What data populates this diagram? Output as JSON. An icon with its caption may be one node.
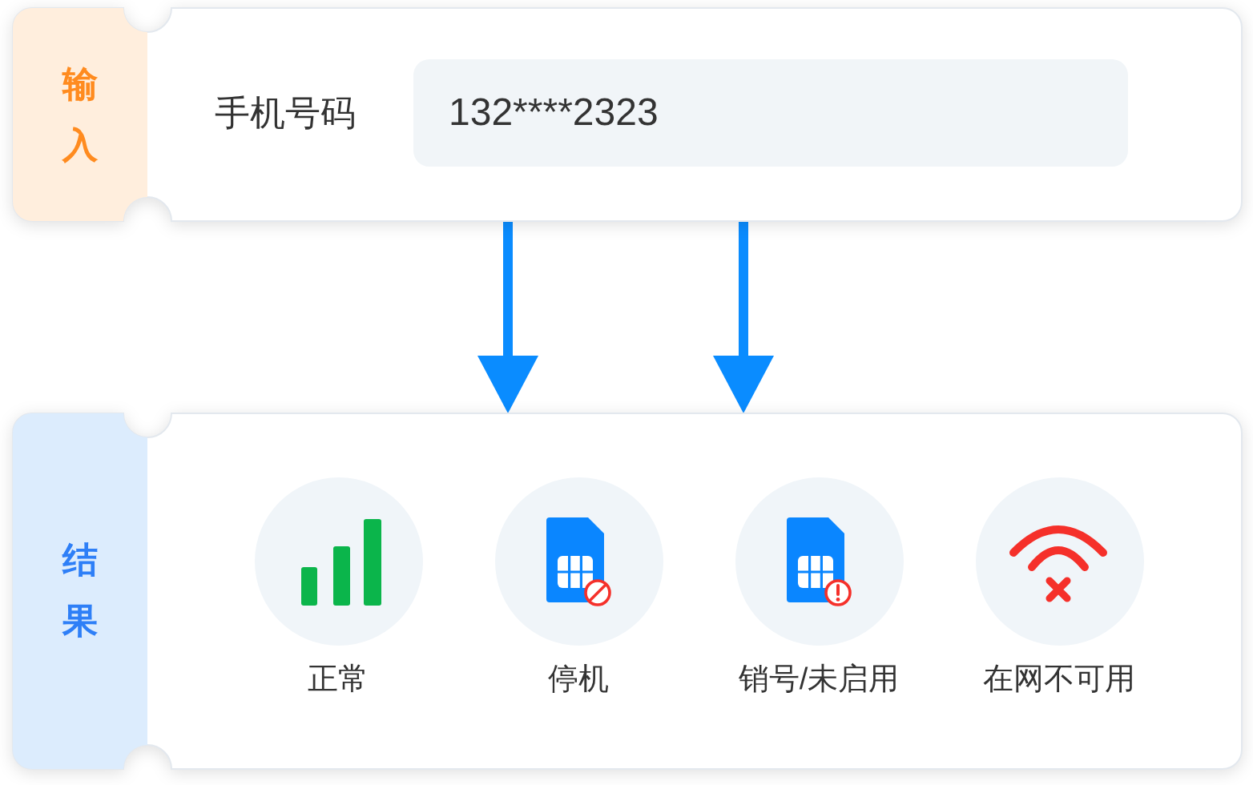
{
  "diagram": {
    "nodes": [
      {
        "text": [
          "输入"
        ]
      },
      {
        "text": [
          "132****2323"
        ],
        "in": 0,
        "beside": [
          "手机号码"
        ]
      },
      {
        "text": [
          "结果"
        ]
      },
      {
        "text": [
          "正常"
        ],
        "in": 2
      },
      {
        "text": [
          "停机"
        ],
        "in": 2
      },
      {
        "text": [
          "销号/未启用"
        ],
        "in": 2
      },
      {
        "text": [
          "在网不可用"
        ],
        "in": 2
      }
    ],
    "edges": [
      {
        "from": 0,
        "to": 2,
        "arrow": "to"
      },
      {
        "from": 0,
        "to": 2,
        "arrow": "to"
      }
    ]
  }
}
